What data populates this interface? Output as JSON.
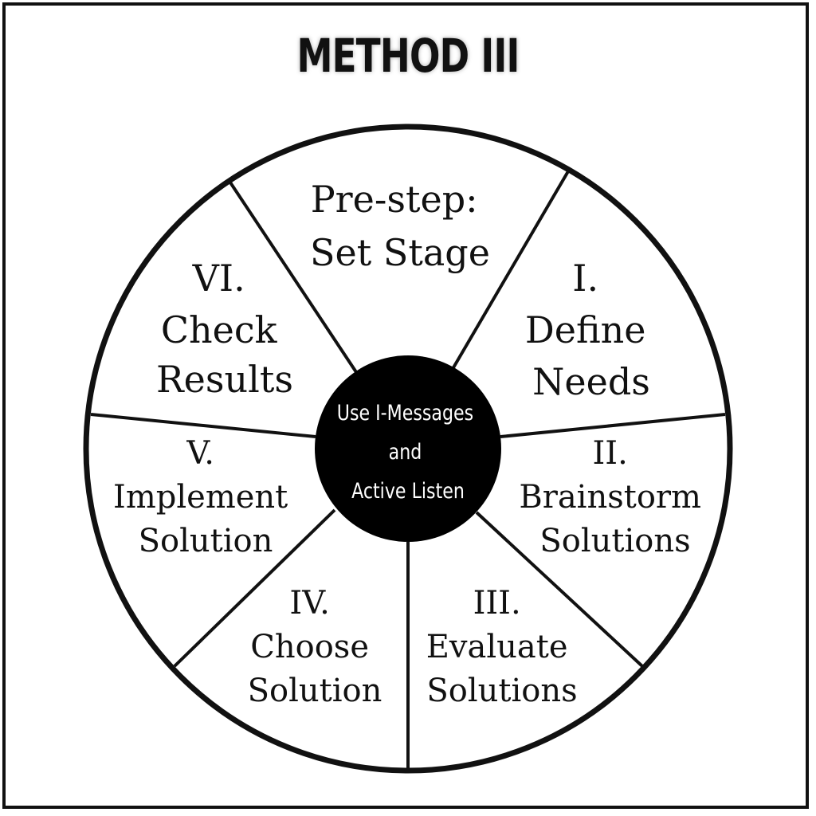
{
  "title": "METHOD III",
  "hub": {
    "line1": "Use I-Messages",
    "line2": "and",
    "line3": "Active Listen"
  },
  "segments": {
    "pre": {
      "line1": "Pre-step:",
      "line2": "Set Stage"
    },
    "i": {
      "line1": "I.",
      "line2": "Define",
      "line3": "Needs"
    },
    "ii": {
      "line1": "II.",
      "line2": "Brainstorm",
      "line3": "Solutions"
    },
    "iii": {
      "line1": "III.",
      "line2": "Evaluate",
      "line3": "Solutions"
    },
    "iv": {
      "line1": "IV.",
      "line2": "Choose",
      "line3": "Solution"
    },
    "v": {
      "line1": "V.",
      "line2": "Implement",
      "line3": "Solution"
    },
    "vi": {
      "line1": "VI.",
      "line2": "Check",
      "line3": "Results"
    }
  }
}
